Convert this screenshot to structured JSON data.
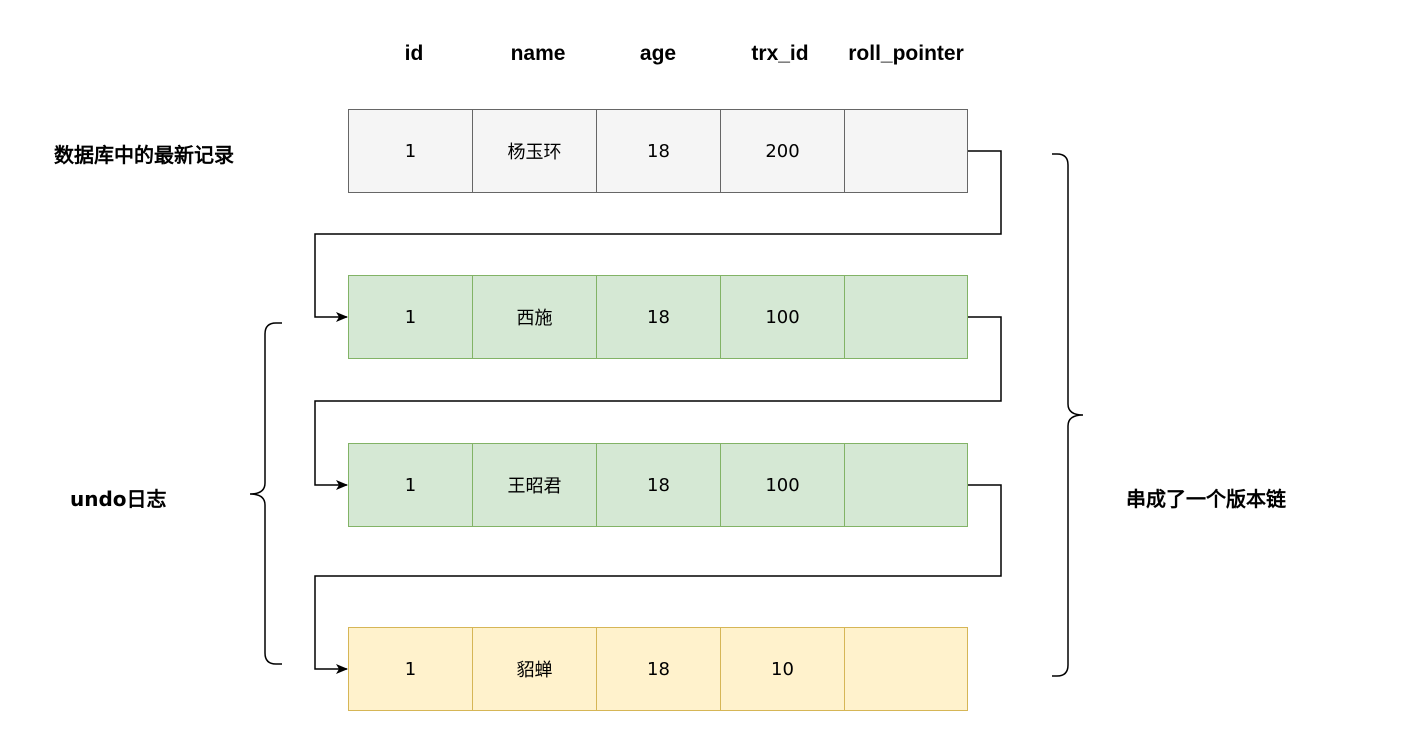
{
  "columns": [
    "id",
    "name",
    "age",
    "trx_id",
    "roll_pointer"
  ],
  "rows": [
    {
      "cells": [
        "1",
        "杨玉环",
        "18",
        "200",
        ""
      ],
      "fill": "#f5f5f5",
      "stroke": "#666666"
    },
    {
      "cells": [
        "1",
        "西施",
        "18",
        "100",
        ""
      ],
      "fill": "#d5e8d4",
      "stroke": "#82b366"
    },
    {
      "cells": [
        "1",
        "王昭君",
        "18",
        "100",
        ""
      ],
      "fill": "#d5e8d4",
      "stroke": "#82b366"
    },
    {
      "cells": [
        "1",
        "貂蝉",
        "18",
        "10",
        ""
      ],
      "fill": "#fff2cc",
      "stroke": "#d6b656"
    }
  ],
  "labels": {
    "latest_record": "数据库中的最新记录",
    "undo_log": "undo日志",
    "version_chain": "串成了一个版本链"
  }
}
